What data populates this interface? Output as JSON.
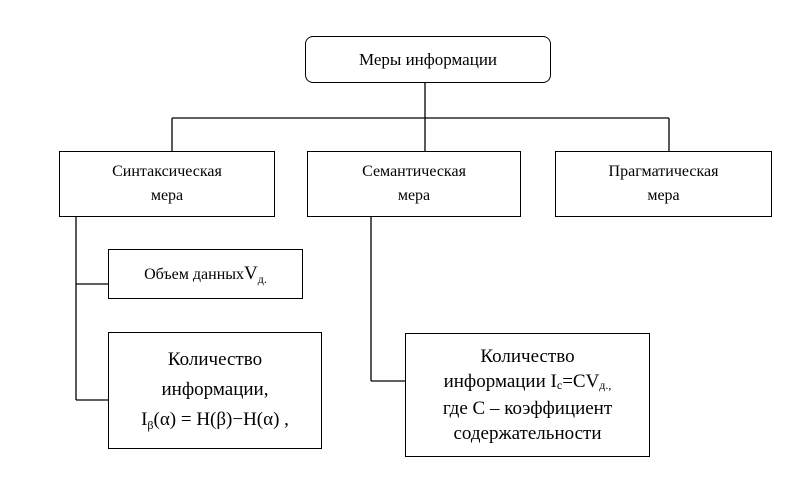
{
  "root": {
    "label": "Меры информации"
  },
  "syntactic": {
    "line1": "Синтаксическая",
    "line2": "мера"
  },
  "semantic": {
    "line1": "Семантическая",
    "line2": "мера"
  },
  "pragmatic": {
    "line1": "Прагматическая",
    "line2": "мера"
  },
  "data_volume": {
    "text": "Объем данных",
    "symbol": "V",
    "subscript": "д."
  },
  "syntactic_quantity": {
    "line1": "Количество",
    "line2": "информации,",
    "formula_I": "I",
    "formula_sub": "β",
    "formula_rest": "(α) = H(β)−H(α) ,"
  },
  "semantic_quantity": {
    "line1": "Количество",
    "line2_text": "информации I",
    "line2_sub": "c",
    "line2_eq": "=CV",
    "line2_sub2": "д.,",
    "line3": "где С – коэффициент",
    "line4": "содержательности"
  },
  "colors": {
    "stroke": "#000000",
    "background": "#ffffff"
  }
}
